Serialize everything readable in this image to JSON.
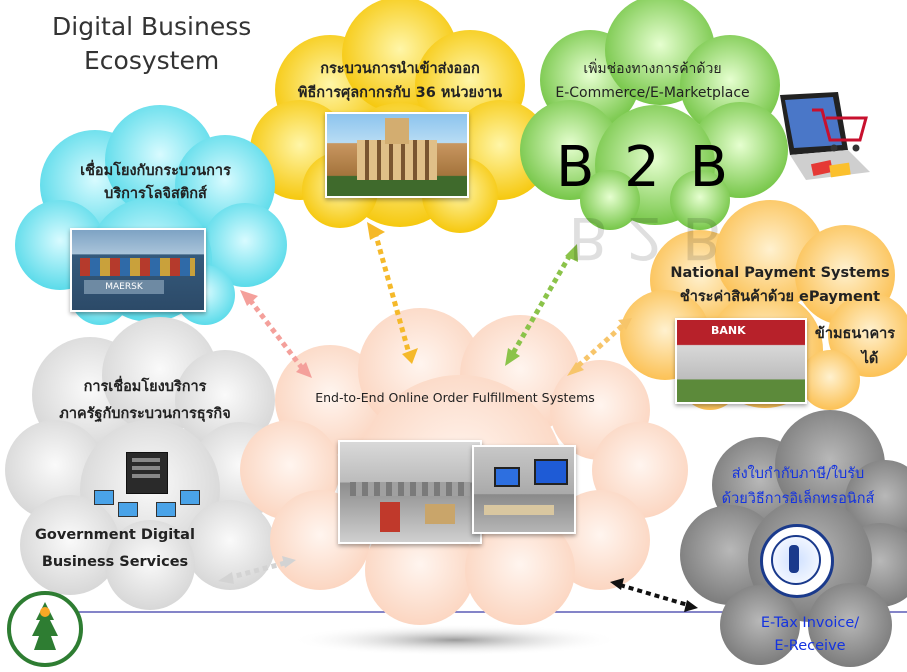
{
  "title": {
    "line1": "Digital Business",
    "line2": "Ecosystem"
  },
  "customs": {
    "line1": "กระบวนการนำเข้าส่งออก",
    "line2": "พิธีการศุลกากรกับ 36 หน่วยงาน"
  },
  "b2b": {
    "line1": "เพิ่มช่องทางการค้าด้วย",
    "line2": "E-Commerce/E-Marketplace",
    "big": "B 2 B"
  },
  "logistics": {
    "line1": "เชื่อมโยงกับกระบวนการ",
    "line2": "บริการโลจิสติกส์",
    "ship_text": "MAERSK"
  },
  "payment": {
    "line1": "National Payment Systems",
    "line2": "ชำระค่าสินค้าด้วย ePayment",
    "line3": "ข้ามธนาคาร",
    "line4": "ได้",
    "bank_sign": "BANK"
  },
  "government": {
    "line1": "การเชื่อมโยงบริการ",
    "line2": "ภาครัฐกับกระบวนการธุรกิจ",
    "line3": "Government Digital",
    "line4": "Business Services"
  },
  "center": {
    "label": "End-to-End Online Order Fulfillment Systems"
  },
  "etax": {
    "line1": "ส่งใบกำกับภาษี/ใบรับ",
    "line2": "ด้วยวิธีการอิเล็กทรอนิกส์",
    "line3": "E-Tax Invoice/",
    "line4": "E-Receive"
  },
  "colors": {
    "yellow": "#f7c714",
    "green": "#7dc84e",
    "cyan": "#62dfec",
    "orange": "#fbc65b",
    "grey": "#dcdcdc",
    "peach": "#fcdcc9",
    "dark_grey": "#8c8c8c",
    "arrow_yellow": "#f5b92a",
    "arrow_green": "#8bc34a",
    "arrow_pink": "#f4a09b",
    "arrow_orange": "#f7c56a",
    "arrow_grey": "#d3d3d3",
    "arrow_black": "#111111",
    "blue_text": "#1433e0",
    "line": "#3a3aa8"
  }
}
